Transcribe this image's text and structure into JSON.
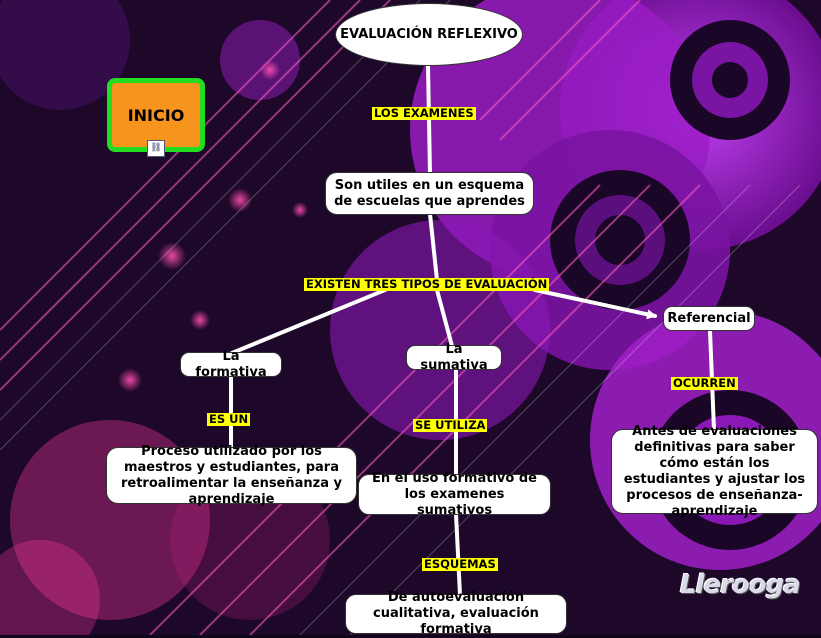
{
  "diagram": {
    "root": "EVALUACIÓN REFLEXIVO",
    "inicio_button": "INICIO",
    "nodes": {
      "utiles": "Son utiles en un esquema de escuelas que aprendes",
      "formativa": "La formativa",
      "sumativa": "La sumativa",
      "referencial": "Referencial",
      "proceso": "Proceso utilizado por los maestros y estudiantes, para retroalimentar la enseñanza y aprendizaje",
      "uso_formativo": "En el uso formativo de los examenes sumativos",
      "antes": "Antes de evaluaciones definitivas para saber cómo están los estudiantes y ajustar los procesos de enseñanza-aprendizaje",
      "autoevaluacion": "De autoevaluación cualitativa, evaluación formativa"
    },
    "labels": {
      "examenes": "LOS EXAMENES",
      "existen": "EXISTEN TRES TIPOS DE EVALUACIÓN",
      "es_un": "ES UN",
      "se_utiliza": "SE UTILIZA",
      "ocurren": "OCURREN",
      "esquemas": "ESQUEMAS"
    },
    "icon": "link-icon",
    "watermark": "Llerooga",
    "colors": {
      "background": "#12071a",
      "accent_purple": "#a020c8",
      "accent_pink": "#ff2d9b",
      "label_yellow": "#ffff00",
      "inicio_fill": "#f7941d",
      "inicio_border": "#22dd22"
    }
  }
}
